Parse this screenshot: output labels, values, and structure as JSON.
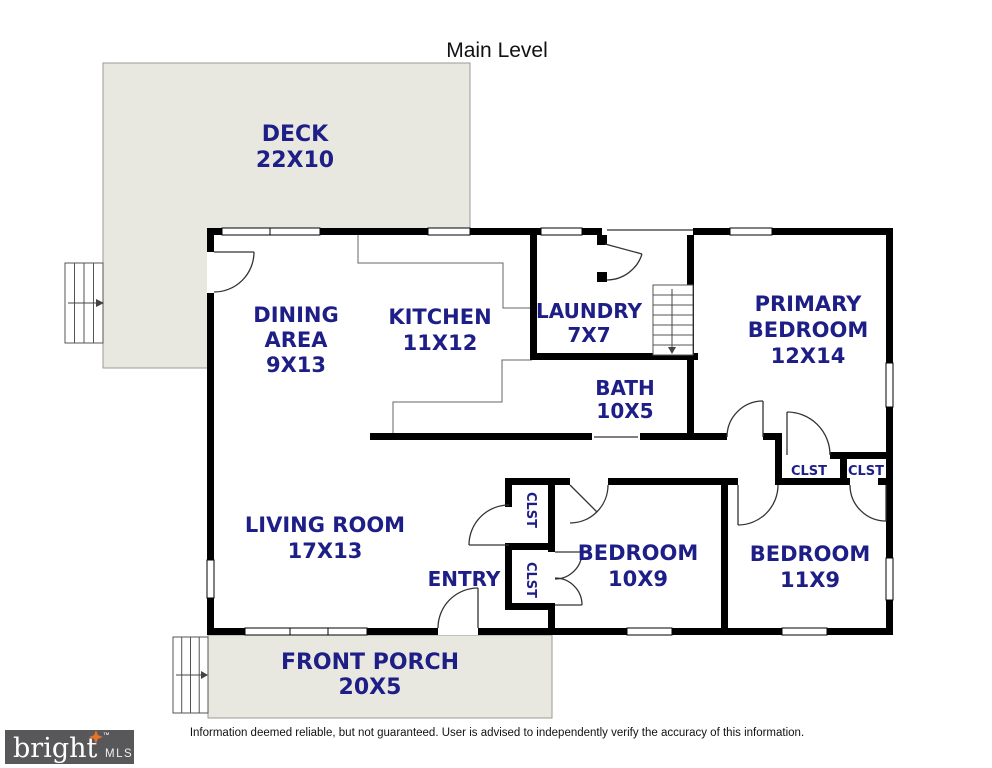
{
  "title": "Main Level",
  "rooms": {
    "deck": {
      "name": "DECK",
      "dims": "22X10"
    },
    "dining": {
      "name": "DINING",
      "name2": "AREA",
      "dims": "9X13"
    },
    "kitchen": {
      "name": "KITCHEN",
      "dims": "11X12"
    },
    "laundry": {
      "name": "LAUNDRY",
      "dims": "7X7"
    },
    "primary_bedroom": {
      "name": "PRIMARY",
      "name2": "BEDROOM",
      "dims": "12X14"
    },
    "bath": {
      "name": "BATH",
      "dims": "10X5"
    },
    "living_room": {
      "name": "LIVING ROOM",
      "dims": "17X13"
    },
    "entry": {
      "name": "ENTRY"
    },
    "bedroom_small": {
      "name": "BEDROOM",
      "dims": "10X9"
    },
    "bedroom_large": {
      "name": "BEDROOM",
      "dims": "11X9"
    },
    "front_porch": {
      "name": "FRONT PORCH",
      "dims": "20X5"
    },
    "closet": {
      "name": "CLST"
    }
  },
  "footer": {
    "disclaimer": "Information deemed reliable, but not guaranteed.  User is advised to independently verify the accuracy of this information.",
    "logo": {
      "word": "bright",
      "tm": "™",
      "suffix": "MLS"
    }
  },
  "colors": {
    "label": "#1e1e87",
    "wall": "#000000",
    "outdoor_fill": "#e9e8e0",
    "outdoor_stroke": "#9a9a94",
    "logo_bg": "#58585a",
    "logo_star": "#e8722a"
  }
}
